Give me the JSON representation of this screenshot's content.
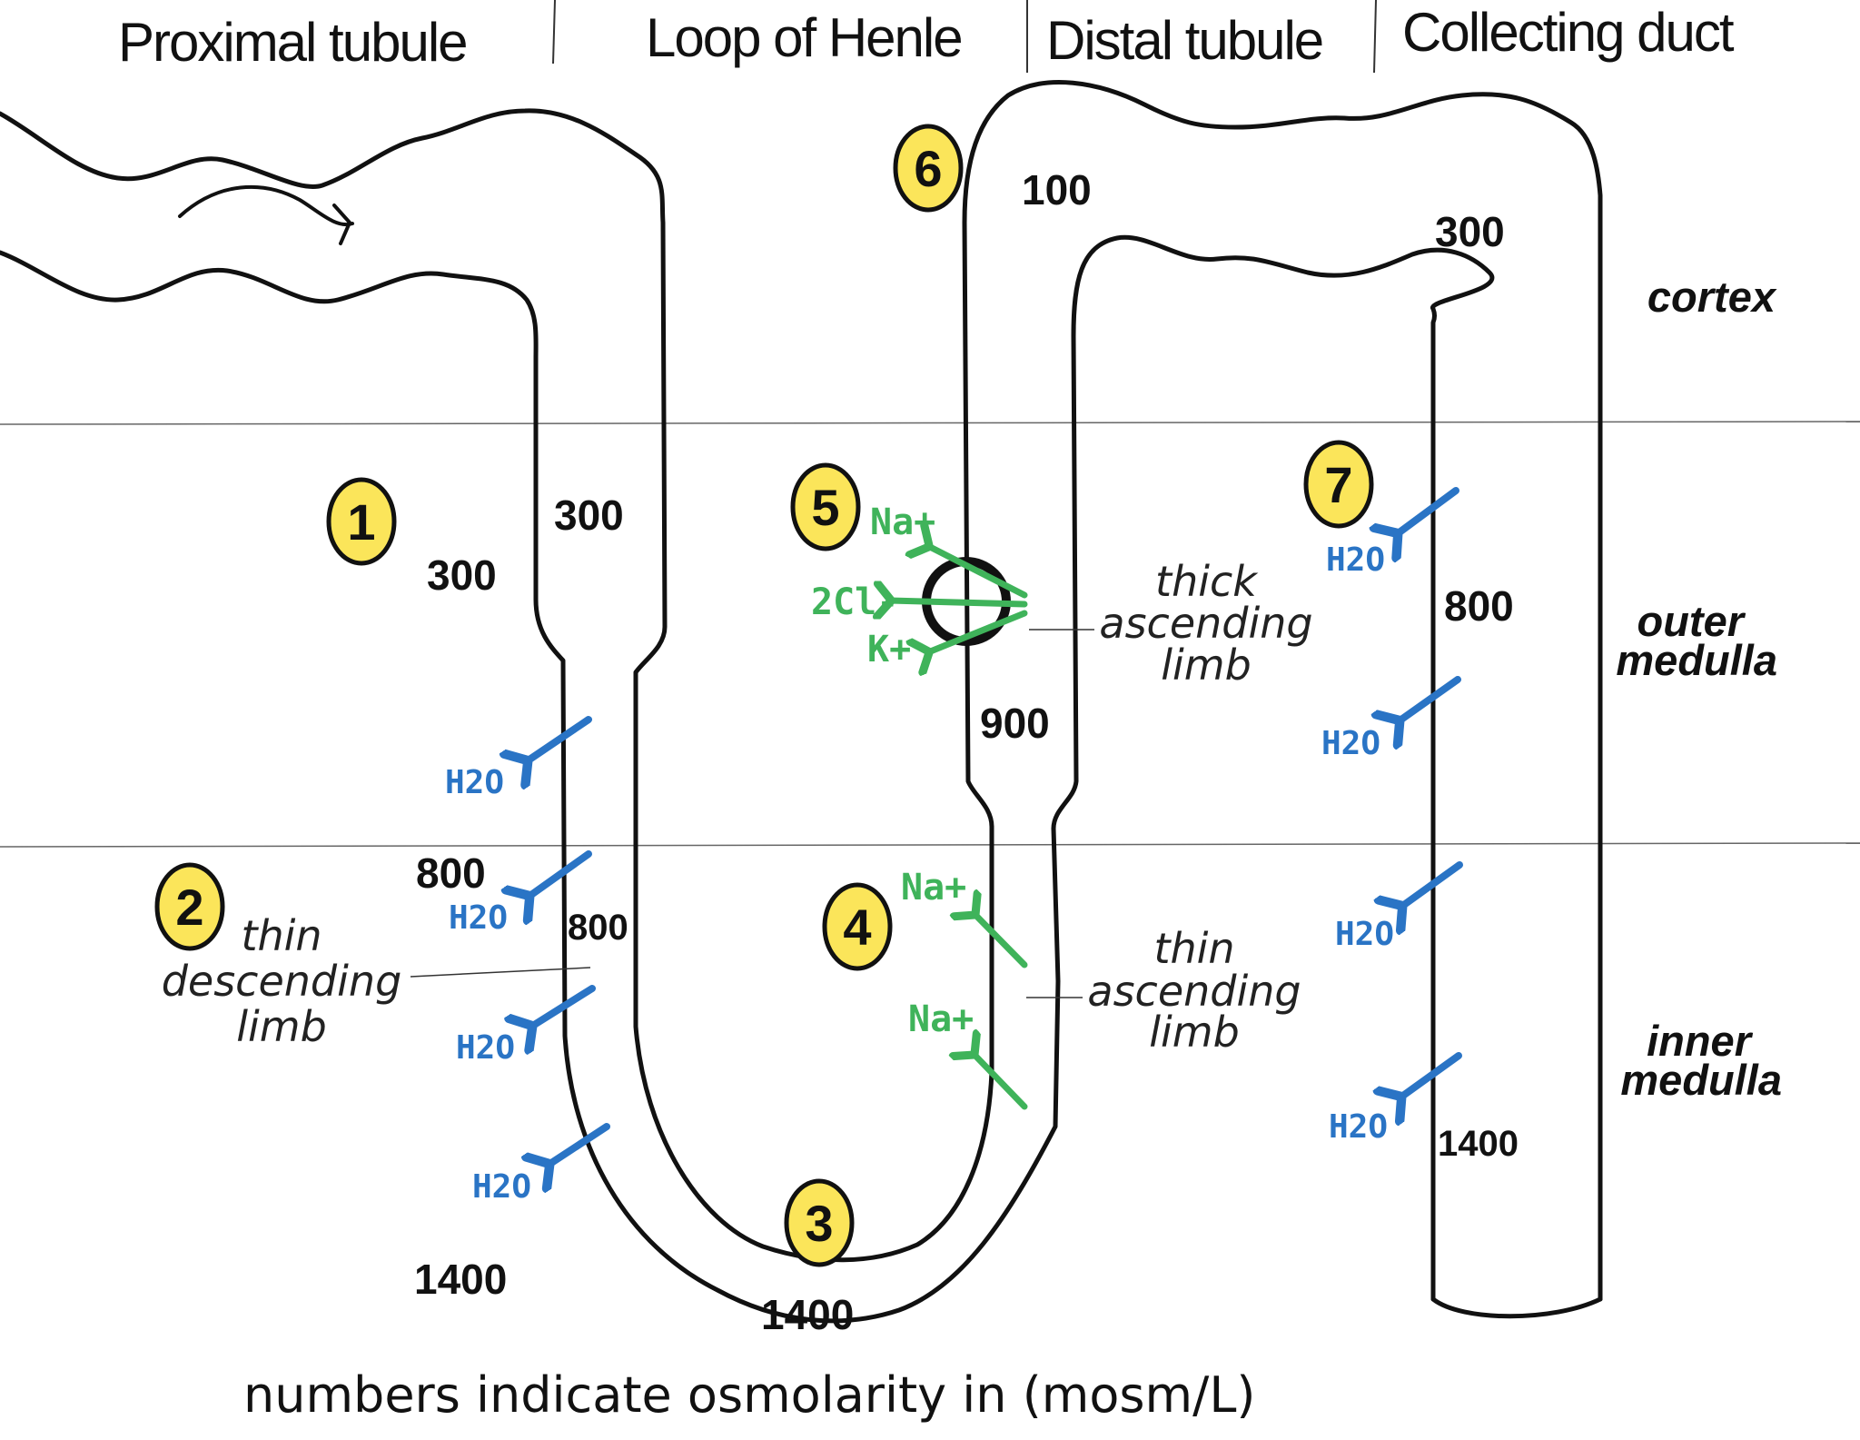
{
  "segments": {
    "proximal": "Proximal tubule",
    "loop": "Loop of Henle",
    "distal": "Distal tubule",
    "collecting": "Collecting duct"
  },
  "zones": {
    "cortex": "cortex",
    "outer_1": "outer",
    "outer_2": "medulla",
    "inner_1": "inner",
    "inner_2": "medulla"
  },
  "osmolarity": {
    "pt_inside": "300",
    "pt_outside": "300",
    "desc_800_out": "800",
    "desc_800_in": "800",
    "bottom_out": "1400",
    "bottom_in": "1400",
    "tal_900": "900",
    "dt_100": "100",
    "cd_300": "300",
    "cd_800": "800",
    "cd_1400": "1400"
  },
  "badges": {
    "b1": "1",
    "b2": "2",
    "b3": "3",
    "b4": "4",
    "b5": "5",
    "b6": "6",
    "b7": "7"
  },
  "labels": {
    "thin_desc": {
      "l1": "thin",
      "l2": "descending",
      "l3": "limb"
    },
    "thin_asc": {
      "l1": "thin",
      "l2": "ascending",
      "l3": "limb"
    },
    "thick_asc": {
      "l1": "thick",
      "l2": "ascending",
      "l3": "limb"
    }
  },
  "ions": {
    "na": "Na+",
    "cl": "2Cl-",
    "k": "K+"
  },
  "water": "H2O",
  "footer": "numbers indicate osmolarity in (mosm/L)",
  "colors": {
    "badge_fill": "#fbe55a",
    "water_arrow": "#2a74c5",
    "ion_arrow": "#3fb35a",
    "outline": "#111111"
  }
}
